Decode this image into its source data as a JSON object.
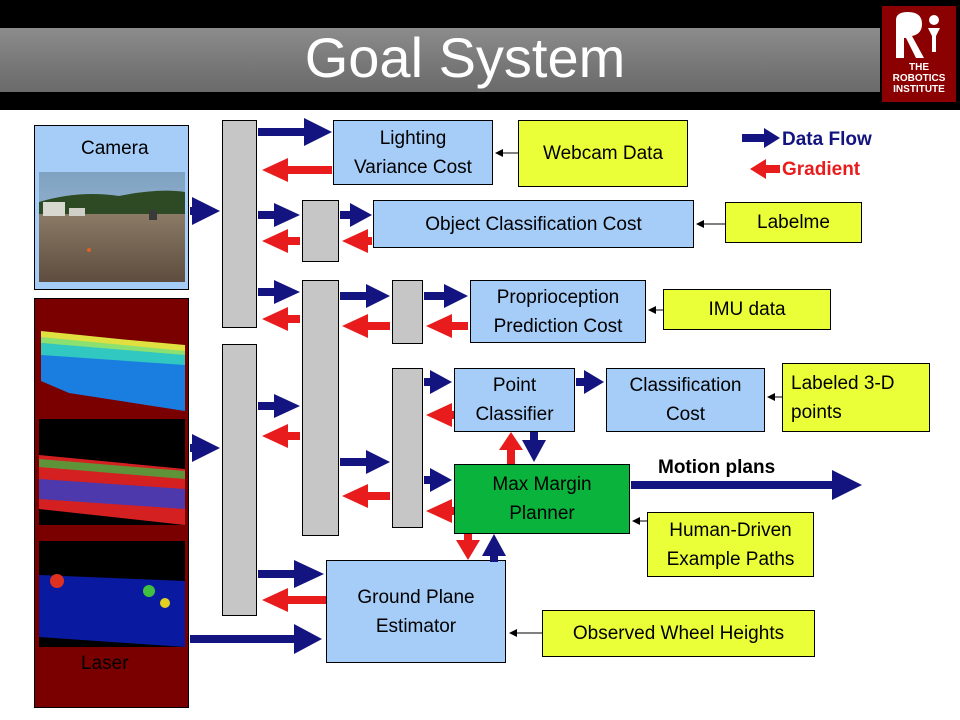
{
  "title": "Goal System",
  "logo": {
    "lines": [
      "THE",
      "ROBOTICS",
      "INSTITUTE"
    ],
    "icon": "robotics-institute-logo"
  },
  "legend": {
    "data_flow": "Data Flow",
    "gradient": "Gradient"
  },
  "sensors": {
    "camera": "Camera",
    "laser": "Laser"
  },
  "boxes": {
    "lighting": "Lighting Variance Cost",
    "webcam": "Webcam Data",
    "object_class": "Object Classification Cost",
    "labelme": "Labelme",
    "proprio": "Proprioception Prediction Cost",
    "imu": "IMU data",
    "point_classifier": "Point Classifier",
    "class_cost": "Classification Cost",
    "labeled_3d": "Labeled 3-D points",
    "planner": "Max Margin Planner",
    "motion_plans": "Motion plans",
    "human_paths": "Human-Driven Example Paths",
    "ground_plane": "Ground Plane Estimator",
    "wheel_heights": "Observed Wheel Heights"
  },
  "colors": {
    "data_flow": "#141480",
    "gradient": "#e81c1c",
    "cost_box": "#a6cdf7",
    "data_box": "#eaff37",
    "planner": "#0ab43c",
    "laser_panel": "#7a0000"
  }
}
